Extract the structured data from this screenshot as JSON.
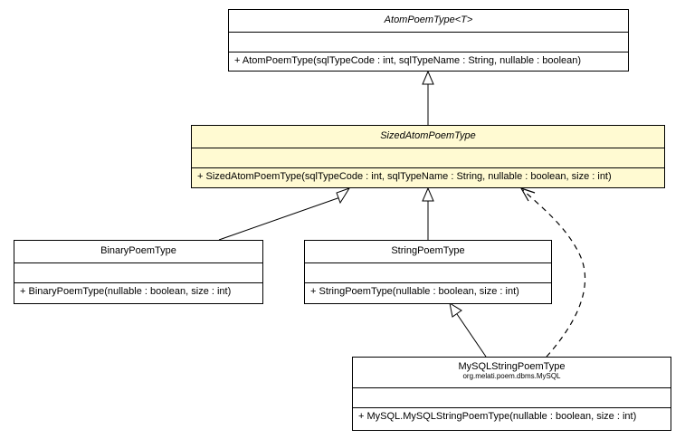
{
  "classes": {
    "atom": {
      "name": "AtomPoemType",
      "type_param": "<T>",
      "operation": "+ AtomPoemType(sqlTypeCode : int, sqlTypeName : String, nullable : boolean)"
    },
    "sized": {
      "name": "SizedAtomPoemType",
      "operation": "+ SizedAtomPoemType(sqlTypeCode : int, sqlTypeName : String, nullable : boolean, size : int)"
    },
    "binary": {
      "name": "BinaryPoemType",
      "operation": "+ BinaryPoemType(nullable : boolean, size : int)"
    },
    "string": {
      "name": "StringPoemType",
      "operation": "+ StringPoemType(nullable : boolean, size : int)"
    },
    "mysql": {
      "name": "MySQLStringPoemType",
      "package": "org.melati.poem.dbms.MySQL",
      "operation": "+ MySQL.MySQLStringPoemType(nullable : boolean, size : int)"
    }
  },
  "colors": {
    "highlight": "#fffad2",
    "line": "#000000"
  }
}
